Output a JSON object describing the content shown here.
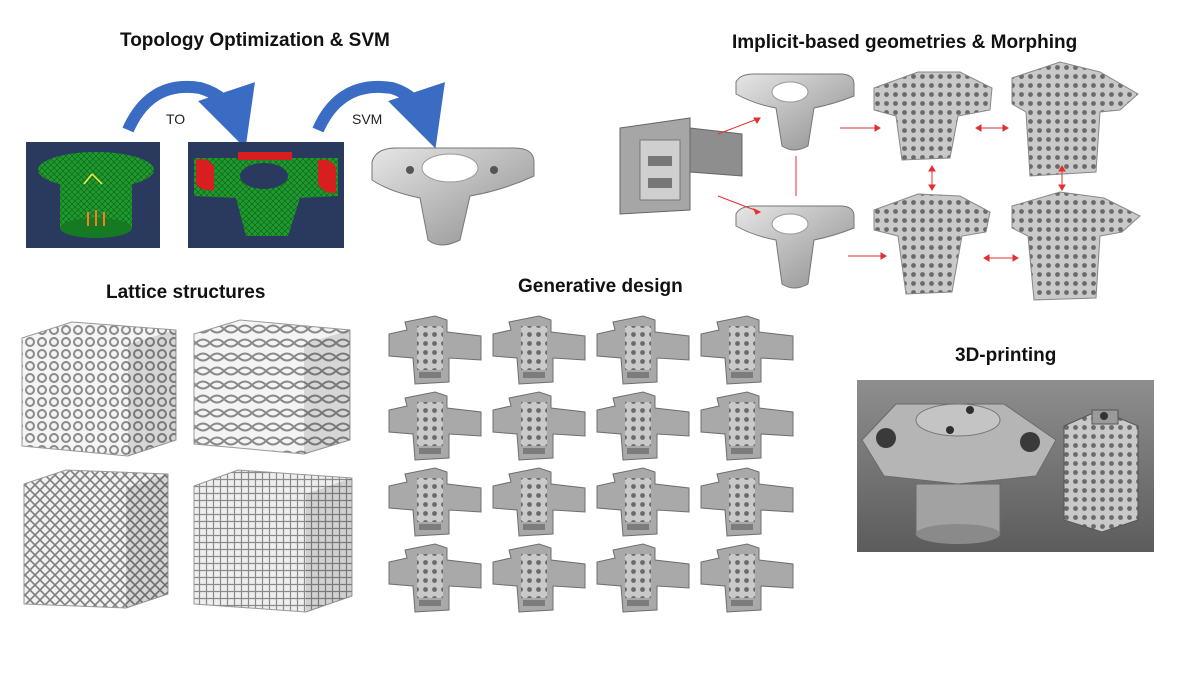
{
  "sections": {
    "topology": {
      "title": "Topology Optimization & SVM",
      "arrow1_label": "TO",
      "arrow2_label": "SVM"
    },
    "implicit": {
      "title": "Implicit-based geometries & Morphing"
    },
    "lattice": {
      "title": "Lattice structures"
    },
    "generative": {
      "title": "Generative design",
      "rows": 4,
      "cols": 4
    },
    "printing": {
      "title": "3D-printing"
    }
  },
  "colors": {
    "arrow_blue": "#3a6cc4",
    "mesh_green": "#1f9a2e",
    "hotspot_red": "#d81e1e",
    "panel_bg": "#2a3a5e",
    "connector_red": "#e03030",
    "metal_grey": "#9a9a9a"
  }
}
